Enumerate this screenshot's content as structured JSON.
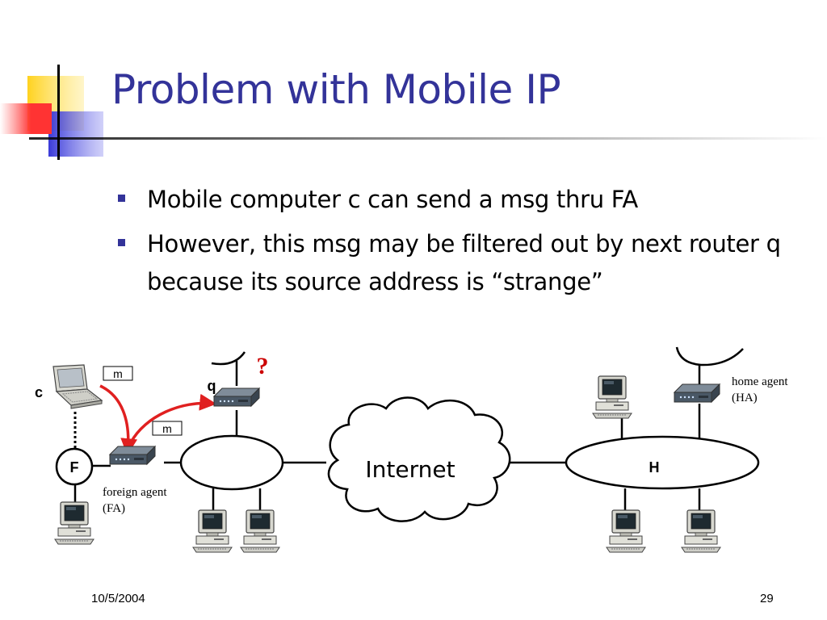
{
  "slide": {
    "title": "Problem with Mobile IP",
    "bullets": [
      {
        "text": "Mobile computer c can send a msg thru FA"
      },
      {
        "text": "However, this msg may be filtered out by next router q because its source address is “strange”"
      }
    ],
    "footer": {
      "date": "10/5/2004",
      "page": "29"
    }
  },
  "diagram": {
    "cloud_label": "Internet",
    "mobile_label": "c",
    "foreign_network_label": "F",
    "home_network_label": "H",
    "router_label": "q",
    "question_mark": "?",
    "message_label_1": "m",
    "message_label_2": "m",
    "fa_label_line1": "foreign agent",
    "fa_label_line2": "(FA)",
    "ha_label_line1": "home agent",
    "ha_label_line2": "(HA)"
  },
  "colors": {
    "title": "#333399",
    "bullet": "#333399",
    "arrow": "#e02020",
    "question": "#cc0000",
    "deco_yellow": "#ffd21e",
    "deco_red": "#ff3333",
    "deco_blue": "#3a3ad8"
  }
}
